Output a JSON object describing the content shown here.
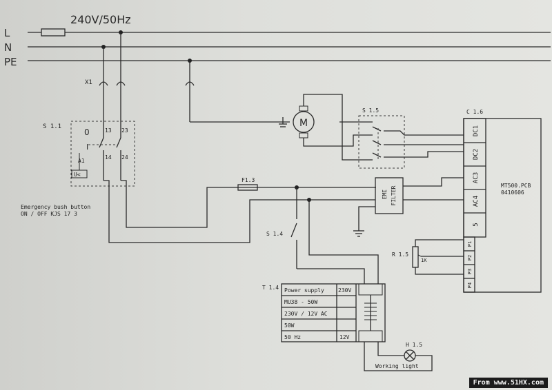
{
  "supply": {
    "voltage": "240V/50Hz",
    "line_L": "L",
    "line_N": "N",
    "line_PE": "PE"
  },
  "x1": "X1",
  "motor": {
    "label": "M"
  },
  "s15": {
    "label": "S 1.5"
  },
  "c16": {
    "label": "C 1.6"
  },
  "s11": {
    "label": "S 1.1",
    "zero": "0",
    "one": "I",
    "t13": "13",
    "t23": "23",
    "t14": "14",
    "t24": "24",
    "a1": "A1",
    "uv": "U<"
  },
  "emergency": {
    "line1": "Emergency bush button",
    "line2": "ON / OFF    KJS 17 3"
  },
  "fuse": {
    "label": "F1.3"
  },
  "emi": {
    "line1": "EMI",
    "line2": "FILTER"
  },
  "s14": {
    "label": "S 1.4"
  },
  "pcb": {
    "name": "MT500.PCB",
    "code": "0410606",
    "terminals": [
      "DC1",
      "DC2",
      "AC3",
      "AC4",
      "5"
    ],
    "pins": [
      "P1",
      "P2",
      "P3",
      "P4"
    ]
  },
  "pot": {
    "label": "R 1.5",
    "value": "1K"
  },
  "transformer": {
    "label": "T 1.4",
    "rows": [
      "Power supply",
      "MU38 - 50W",
      "230V / 12V AC",
      "50W",
      "50 Hz"
    ],
    "in_v": "230V",
    "out_v": "12V"
  },
  "lamp": {
    "label": "H 1.5",
    "caption": "Working light"
  },
  "watermark": "From www.51HX.com"
}
